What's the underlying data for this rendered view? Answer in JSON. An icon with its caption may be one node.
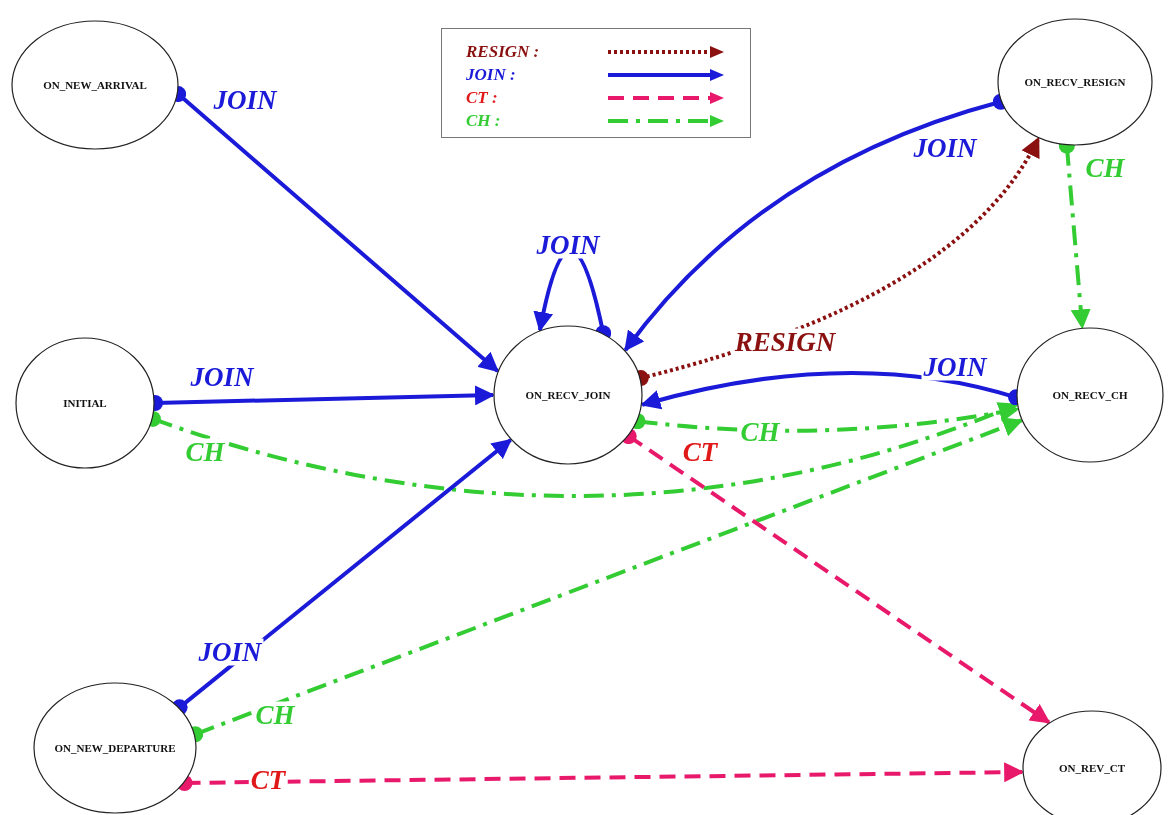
{
  "diagram": {
    "nodes": [
      {
        "text": [
          "ON_NEW_ARRIVAL"
        ]
      },
      {
        "text": [
          "ON_RECV_RESIGN"
        ]
      },
      {
        "text": [
          "INITIAL"
        ]
      },
      {
        "text": [
          "ON_RECV_JOIN"
        ]
      },
      {
        "text": [
          "ON_RECV_CH"
        ]
      },
      {
        "text": [
          "ON_NEW_DEPARTURE"
        ]
      },
      {
        "text": [
          "ON_REV_CT"
        ]
      }
    ],
    "edges": [
      {
        "from": 0,
        "to": 3,
        "arrow": "to",
        "label": "JOIN"
      },
      {
        "from": 3,
        "to": 3,
        "arrow": "to",
        "label": "JOIN"
      },
      {
        "from": 2,
        "to": 3,
        "arrow": "to",
        "label": "JOIN"
      },
      {
        "from": 2,
        "to": 4,
        "arrow": "to",
        "label": "CH",
        "style": "dashed",
        "color": "#33cc33"
      },
      {
        "from": 5,
        "to": 3,
        "arrow": "to",
        "label": "JOIN"
      },
      {
        "from": 5,
        "to": 4,
        "arrow": "to",
        "label": "CH",
        "style": "dashed",
        "color": "#33cc33"
      },
      {
        "from": 5,
        "to": 6,
        "arrow": "to",
        "label": "CT",
        "style": "dashed",
        "color": "#e8196a"
      },
      {
        "from": 1,
        "to": 3,
        "arrow": "to",
        "label": "JOIN"
      },
      {
        "from": 3,
        "to": 1,
        "arrow": "to",
        "label": "RESIGN",
        "style": "dashed",
        "color": "#8b1010"
      },
      {
        "from": 1,
        "to": 4,
        "arrow": "to",
        "label": "CH",
        "style": "dashed",
        "color": "#33cc33"
      },
      {
        "from": 4,
        "to": 3,
        "arrow": "to",
        "label": "JOIN"
      },
      {
        "from": 3,
        "to": 4,
        "arrow": "to",
        "label": "CH",
        "style": "dashed",
        "color": "#33cc33"
      },
      {
        "from": 3,
        "to": 6,
        "arrow": "to",
        "label": "CT",
        "style": "dashed",
        "color": "#e8196a"
      }
    ],
    "legend": [
      {
        "text": "RESIGN :"
      },
      {
        "text": "JOIN :"
      },
      {
        "text": "CT :"
      },
      {
        "text": "CH :"
      }
    ]
  }
}
